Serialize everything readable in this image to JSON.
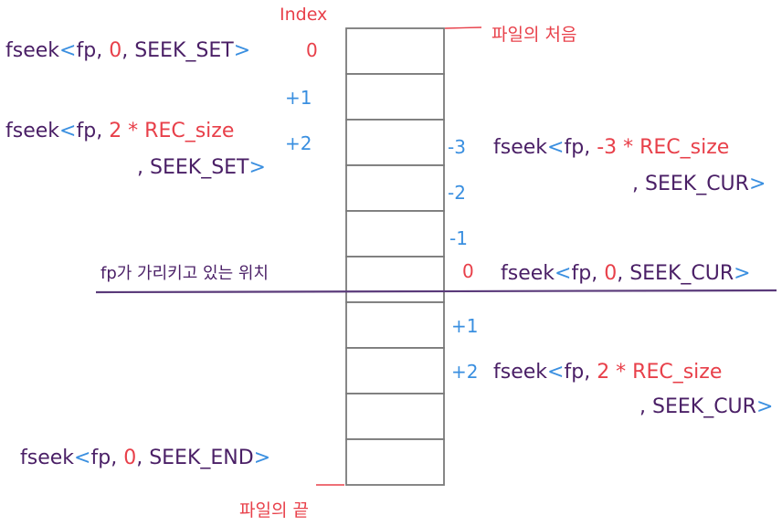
{
  "colors": {
    "purple": "#4a1f66",
    "blue": "#3a8fe0",
    "red": "#e8404a",
    "gray": "#7a7a7a",
    "line": "#5a3a7a"
  },
  "diagram": {
    "index_label": "Index",
    "file_start_label": "파일의 처음",
    "file_end_label": "파일의 끝",
    "current_position_label": "fp가 가리키고 있는 위치",
    "record_count": 10,
    "current_after_record": 6,
    "left_offsets": [
      "0",
      "+1",
      "+2"
    ],
    "right_offsets_before": [
      "-3",
      "-2",
      "-1"
    ],
    "right_zero": "0",
    "right_offsets_after": [
      "+1",
      "+2"
    ],
    "calls": [
      {
        "id": "seek-set-0",
        "fn": "fseek",
        "open": "<",
        "fp": "fp",
        "arg": "0",
        "origin": "SEEK_SET",
        "close": ">"
      },
      {
        "id": "seek-set-2",
        "fn": "fseek",
        "open": "<",
        "fp": "fp",
        "arg": "2 * REC_size",
        "origin": "SEEK_SET",
        "close": ">"
      },
      {
        "id": "seek-cur-m3",
        "fn": "fseek",
        "open": "<",
        "fp": "fp",
        "arg": "-3 * REC_size",
        "origin": "SEEK_CUR",
        "close": ">"
      },
      {
        "id": "seek-cur-0",
        "fn": "fseek",
        "open": "<",
        "fp": "fp",
        "arg": "0",
        "origin": "SEEK_CUR",
        "close": ">"
      },
      {
        "id": "seek-cur-2",
        "fn": "fseek",
        "open": "<",
        "fp": "fp",
        "arg": "2 * REC_size",
        "origin": "SEEK_CUR",
        "close": ">"
      },
      {
        "id": "seek-end-0",
        "fn": "fseek",
        "open": "<",
        "fp": "fp",
        "arg": "0",
        "origin": "SEEK_END",
        "close": ">"
      }
    ]
  }
}
